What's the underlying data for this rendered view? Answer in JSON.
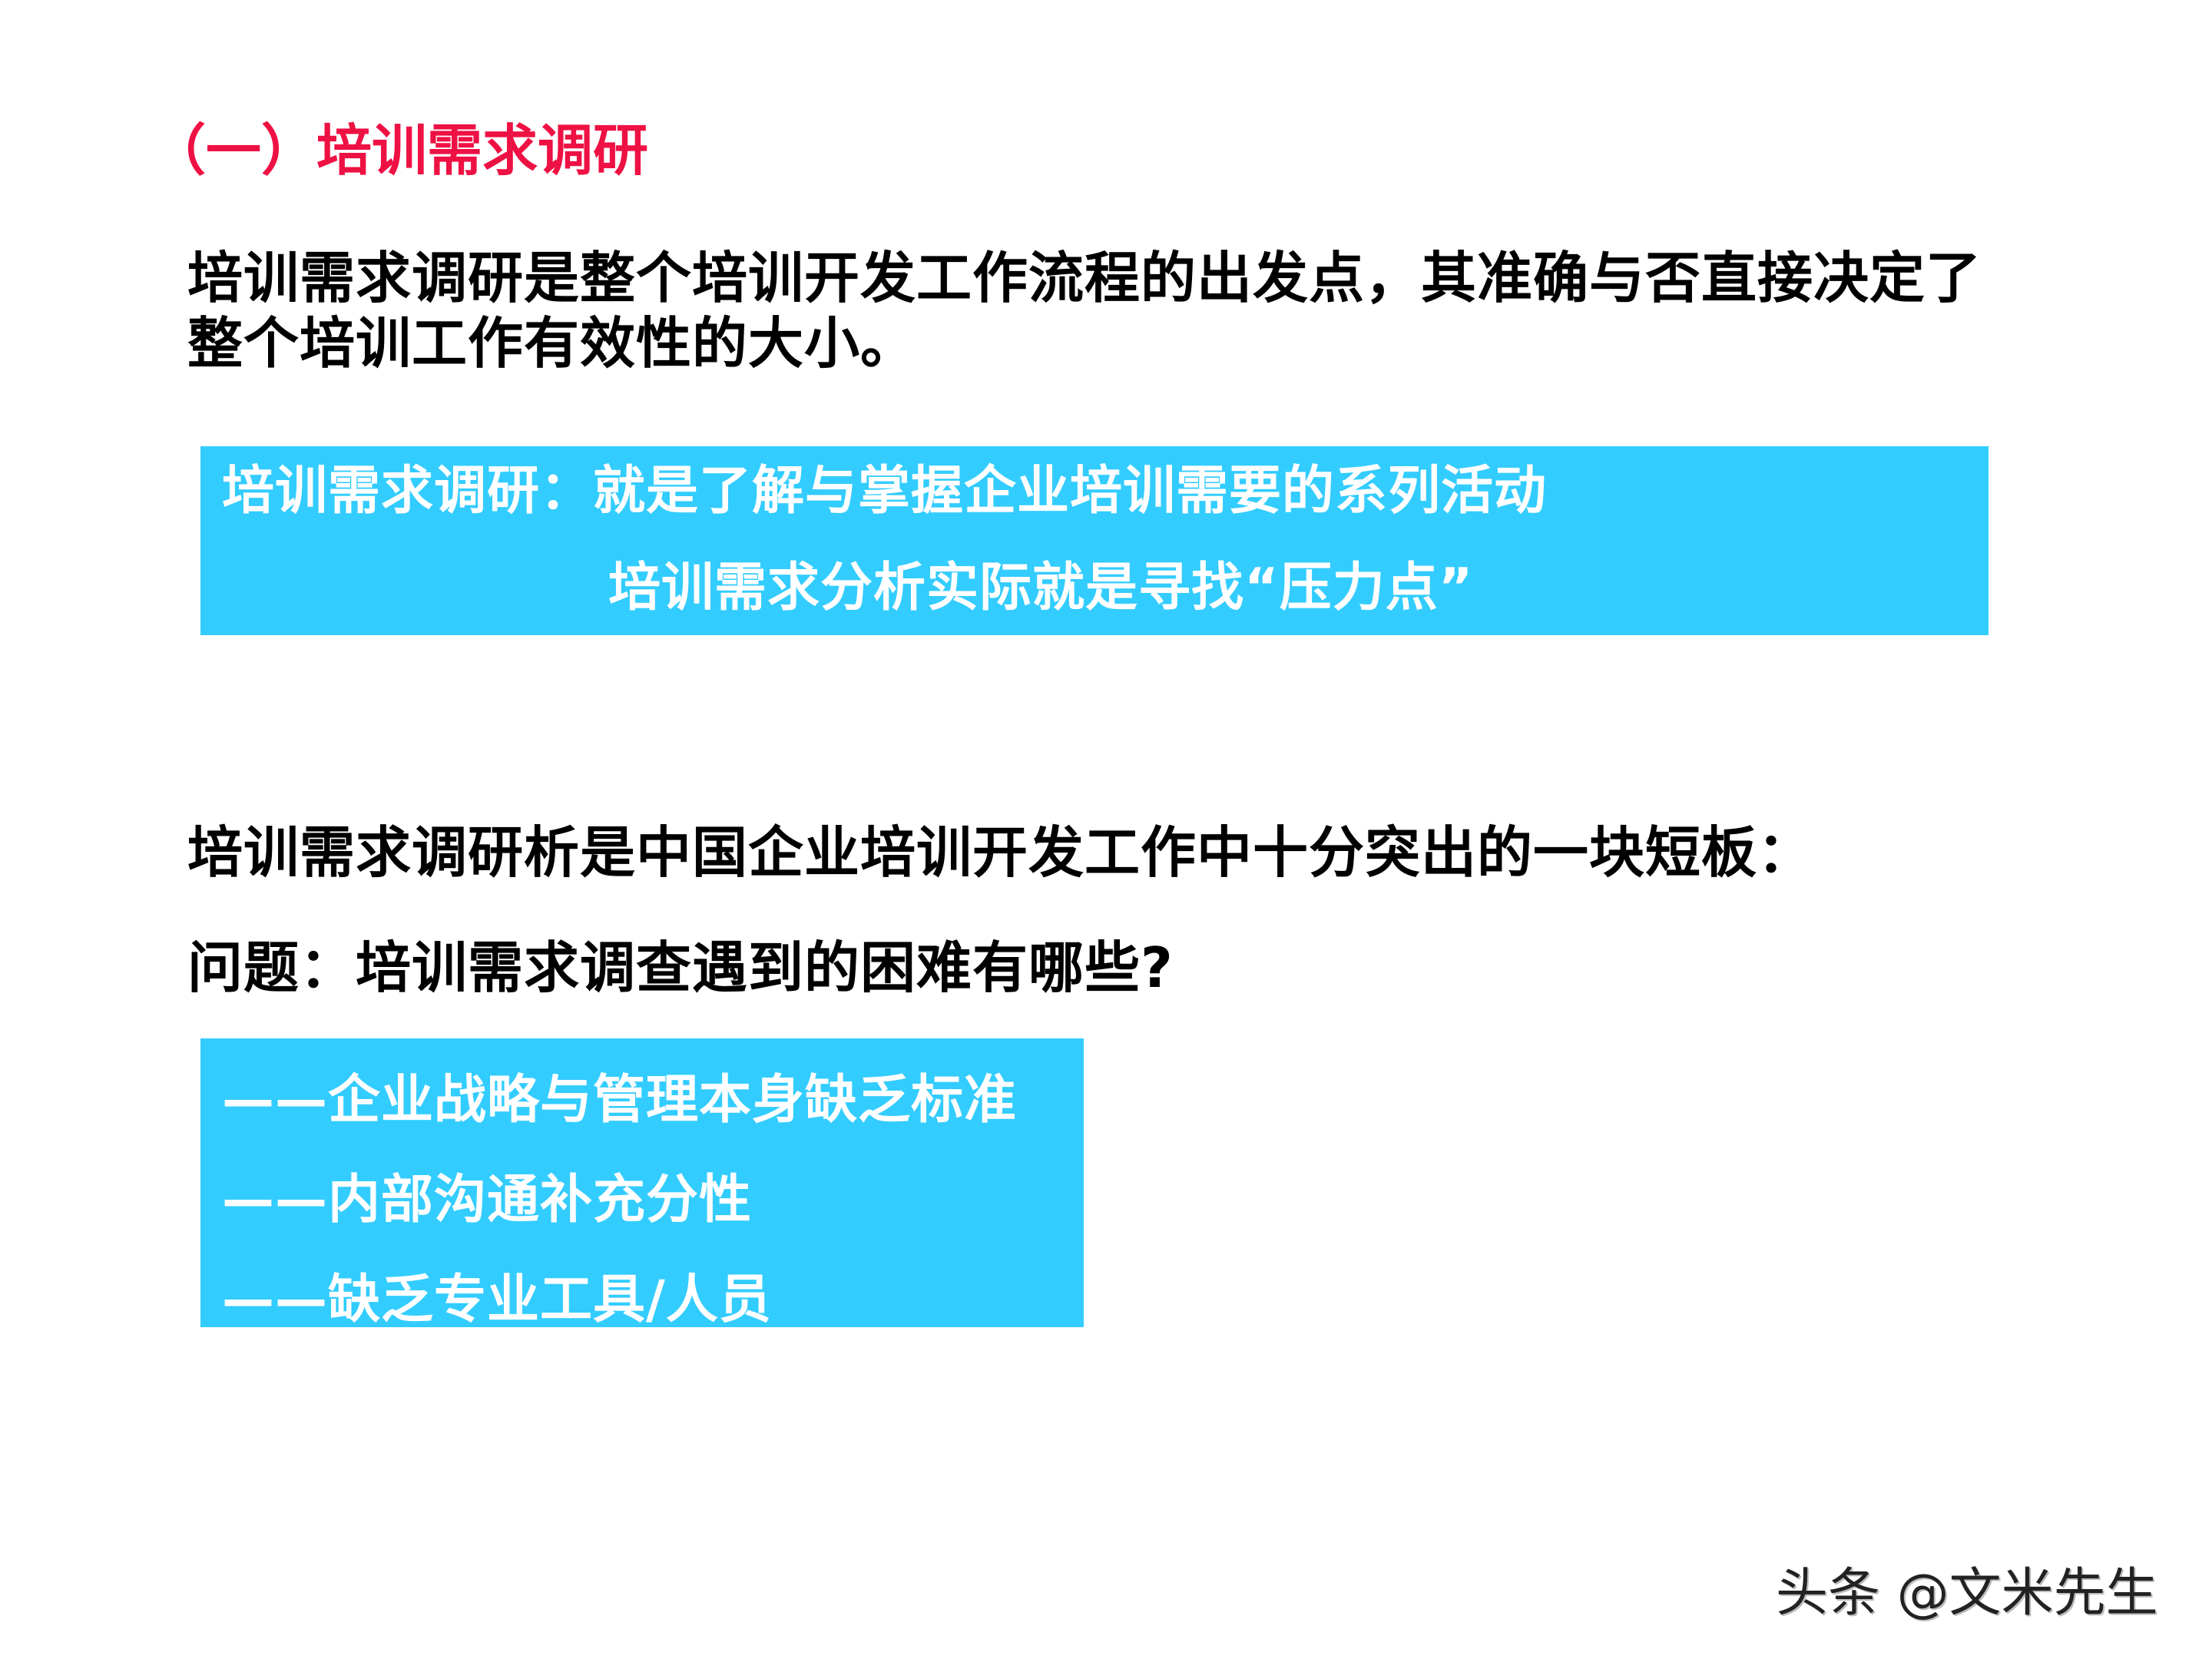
{
  "colors": {
    "title": "#ee1144",
    "highlight_box": "#33ccff",
    "body_text": "#000000",
    "box_text": "#ffffff"
  },
  "slide": {
    "section_title": "（一）培训需求调研",
    "intro": {
      "line1": "培训需求调研是整个培训开发工作流程的出发点，其准确与否直接决定了",
      "line2": "整个培训工作有效性的大小。"
    },
    "definition_box": {
      "line1": "培训需求调研：就是了解与掌握企业培训需要的系列活动",
      "line2": "培训需求分析实际就是寻找“压力点”"
    },
    "weakness_statement": "培训需求调研析是中国企业培训开发工作中十分突出的一块短板：",
    "question": "问题：培训需求调查遇到的困难有哪些?",
    "difficulties_box": {
      "items": [
        "——企业战略与管理本身缺乏标准",
        "——内部沟通补充分性",
        "——缺乏专业工具/人员"
      ]
    }
  },
  "watermark": "头条 @文米先生"
}
